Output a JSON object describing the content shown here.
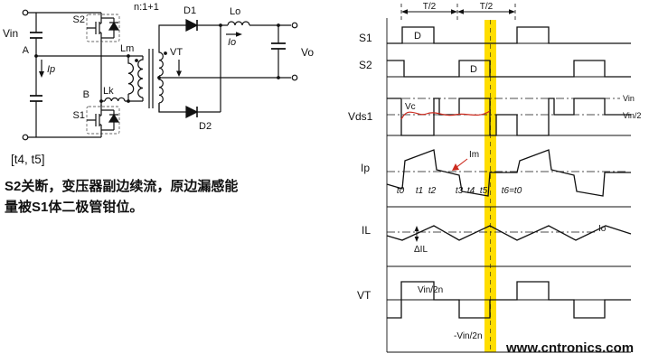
{
  "circuit": {
    "vin": "Vin",
    "node_a": "A",
    "node_b": "B",
    "ip": "Ip",
    "s1": "S1",
    "s2": "S2",
    "lm": "Lm",
    "lk": "Lk",
    "turns_ratio": "n:1+1",
    "vt": "VT",
    "d1": "D1",
    "d2": "D2",
    "lo": "Lo",
    "io": "Io",
    "vo": "Vo",
    "stage": "[t4, t5]",
    "desc1": "S2关断，变压器副边续流，原边漏感能",
    "desc2": "量被S1体二极管钳位。"
  },
  "waveforms": {
    "t_half": "T/2",
    "s1": "S1",
    "s2": "S2",
    "vds1": "Vds1",
    "ip": "Ip",
    "il": "IL",
    "vt": "VT",
    "d": "D",
    "vc": "Vc",
    "im": "Im",
    "vin": "Vin",
    "vin_half": "Vin/2",
    "io": "Io",
    "delta_il": "ΔIL",
    "vt_pos": "Vin/2n",
    "vt_neg": "-Vin/2n",
    "t": [
      "t0",
      "t1",
      "t2",
      "t3",
      "t4",
      "t5",
      "t6=t0"
    ]
  },
  "watermark": "www.cntronics.com",
  "colors": {
    "annotation_red": "#cc2a1e",
    "highlight_yellow": "#ffde00",
    "watermark_green": "#8dc63f"
  }
}
